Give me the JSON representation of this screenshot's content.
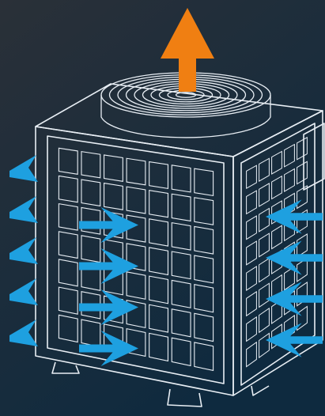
{
  "diagram": {
    "components": [
      {
        "id": "unit",
        "icon": "heat-pump-outdoor-unit-icon"
      },
      {
        "id": "fan",
        "icon": "fan-grille-icon"
      },
      {
        "id": "coil-front",
        "icon": "coil-grid-icon"
      },
      {
        "id": "coil-side",
        "icon": "coil-grid-icon"
      }
    ],
    "flows": {
      "exhaust": {
        "direction": "up",
        "color": "#f07f12",
        "count": 1
      },
      "intake_left": {
        "direction": "right",
        "color": "#1ea0e0",
        "count": 5
      },
      "intake_front": {
        "direction": "right",
        "color": "#1ea0e0",
        "count": 4
      },
      "intake_right": {
        "direction": "left",
        "color": "#1ea0e0",
        "count": 4
      }
    },
    "colors": {
      "background_top": "#2a3038",
      "background_bottom": "#0e2a3f",
      "outline": "#e8eef4",
      "intake": "#1ea0e0",
      "exhaust": "#f07f12"
    }
  }
}
